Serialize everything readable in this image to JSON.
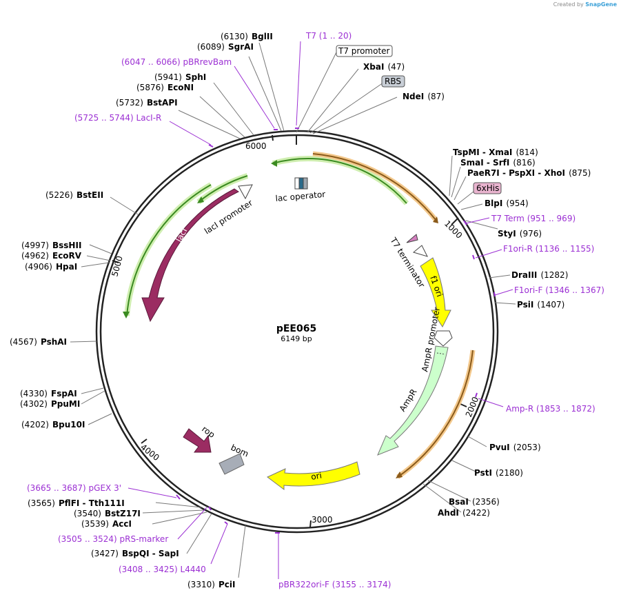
{
  "credit": {
    "prefix": "Created by",
    "brand": "SnapGene"
  },
  "plasmid": {
    "name": "pEE065",
    "size_label": "6149 bp"
  },
  "ticks": [
    "1000",
    "2000",
    "3000",
    "4000",
    "5000",
    "6000"
  ],
  "sites": [
    {
      "name": "BglII",
      "pos": "(6130)"
    },
    {
      "name": "SgrAI",
      "pos": "(6089)"
    },
    {
      "name": "XbaI",
      "pos": "(47)"
    },
    {
      "name": "NdeI",
      "pos": "(87)"
    },
    {
      "name": "SphI",
      "pos": "(5941)"
    },
    {
      "name": "EcoNI",
      "pos": "(5876)"
    },
    {
      "name": "BstAPI",
      "pos": "(5732)"
    },
    {
      "name": "TspMI - XmaI",
      "pos": "(814)"
    },
    {
      "name": "SmaI - SrfI",
      "pos": "(816)"
    },
    {
      "name": "PaeR7I - PspXI - XhoI",
      "pos": "(875)"
    },
    {
      "name": "BlpI",
      "pos": "(954)"
    },
    {
      "name": "StyI",
      "pos": "(976)"
    },
    {
      "name": "BstEII",
      "pos": "(5226)"
    },
    {
      "name": "BssHII",
      "pos": "(4997)"
    },
    {
      "name": "EcoRV",
      "pos": "(4962)"
    },
    {
      "name": "HpaI",
      "pos": "(4906)"
    },
    {
      "name": "DraIII",
      "pos": "(1282)"
    },
    {
      "name": "PsiI",
      "pos": "(1407)"
    },
    {
      "name": "PshAI",
      "pos": "(4567)"
    },
    {
      "name": "FspAI",
      "pos": "(4330)"
    },
    {
      "name": "PpuMI",
      "pos": "(4302)"
    },
    {
      "name": "Bpu10I",
      "pos": "(4202)"
    },
    {
      "name": "PvuI",
      "pos": "(2053)"
    },
    {
      "name": "PstI",
      "pos": "(2180)"
    },
    {
      "name": "BsaI",
      "pos": "(2356)"
    },
    {
      "name": "AhdI",
      "pos": "(2422)"
    },
    {
      "name": "PflFI - Tth111I",
      "pos": "(3565)"
    },
    {
      "name": "BstZ17I",
      "pos": "(3540)"
    },
    {
      "name": "AccI",
      "pos": "(3539)"
    },
    {
      "name": "BspQI - SapI",
      "pos": "(3427)"
    },
    {
      "name": "PciI",
      "pos": "(3310)"
    }
  ],
  "primers": [
    {
      "name": "T7",
      "range": "(1 .. 20)"
    },
    {
      "name": "pBRrevBam",
      "range": "(6047 .. 6066)"
    },
    {
      "name": "LacI-R",
      "range": "(5725 .. 5744)"
    },
    {
      "name": "T7 Term",
      "range": "(951 .. 969)"
    },
    {
      "name": "F1ori-R",
      "range": "(1136 .. 1155)"
    },
    {
      "name": "F1ori-F",
      "range": "(1346 .. 1367)"
    },
    {
      "name": "Amp-R",
      "range": "(1853 .. 1872)"
    },
    {
      "name": "pGEX 3'",
      "range": "(3665 .. 3687)"
    },
    {
      "name": "pRS-marker",
      "range": "(3505 .. 3524)"
    },
    {
      "name": "L4440",
      "range": "(3408 .. 3425)"
    },
    {
      "name": "pBR322ori-F",
      "range": "(3155 .. 3174)"
    }
  ],
  "boxed_features": {
    "t7_promoter": "T7 promoter",
    "rbs": "RBS",
    "his": "6xHis"
  },
  "features": {
    "lac_operator": "lac operator",
    "laci_promoter": "lacI promoter",
    "laci": "lacI",
    "t7_terminator": "T7 terminator",
    "f1_ori": "f1 ori",
    "ampr_promoter": "AmpR promoter",
    "ampr": "AmpR",
    "ori": "ori",
    "rop": "rop",
    "bom": "bom"
  }
}
